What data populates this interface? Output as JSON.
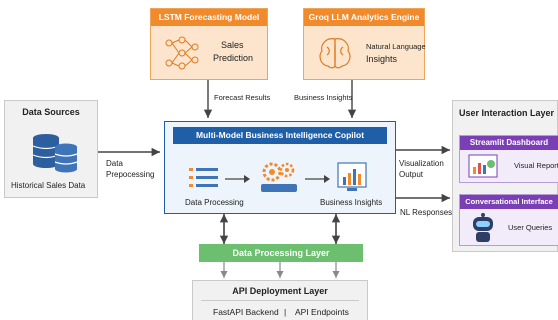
{
  "lstm": {
    "title": "LSTM Forecasting Model",
    "line1": "Sales",
    "line2": "Prediction"
  },
  "groq": {
    "title": "Groq LLM Analytics Engine",
    "line1": "Natural Language",
    "line2": "Insights"
  },
  "arrows": {
    "forecast": "Forecast Results",
    "business": "Business Insights",
    "data_prep_1": "Data",
    "data_prep_2": "Prepocessing",
    "viz_1": "Visualization",
    "viz_2": "Output",
    "nl": "NL Responses"
  },
  "data_sources": {
    "title": "Data Sources",
    "label": "Historical Sales Data"
  },
  "copilot": {
    "title": "Multi-Model Business Intelligence Copilot",
    "step1": "Data Processing",
    "step2": "Business Insights"
  },
  "ui_layer": {
    "title": "User Interaction Layer",
    "streamlit_title": "Streamlit Dashboard",
    "streamlit_label": "Visual Reports",
    "conv_title": "Conversational Interface",
    "conv_label": "User Queries"
  },
  "processing_layer": {
    "title": "Data Processing Layer"
  },
  "api_layer": {
    "title": "API Deployment Layer",
    "backend": "FastAPI Backend",
    "sep": "|",
    "endpoints": "API Endpoints"
  },
  "colors": {
    "orange": "#f08a2b",
    "blue": "#1f5fa8",
    "purple": "#7b3fb5",
    "green": "#6cbf6e",
    "arrow": "#444444"
  }
}
